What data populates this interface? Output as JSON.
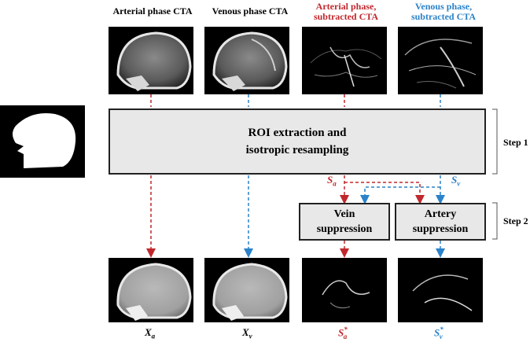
{
  "headers": {
    "arterial_cta": "Arterial phase CTA",
    "venous_cta": "Venous phase CTA",
    "arterial_sub_line1": "Arterial phase,",
    "arterial_sub_line2": "subtracted CTA",
    "venous_sub_line1": "Venous phase,",
    "venous_sub_line2": "subtracted CTA"
  },
  "boxes": {
    "roi_line1": "ROI extraction and",
    "roi_line2": "isotropic resampling",
    "vein_line1": "Vein",
    "vein_line2": "suppression",
    "artery_line1": "Artery",
    "artery_line2": "suppression"
  },
  "steps": {
    "step1": "Step 1",
    "step2": "Step 2"
  },
  "labels": {
    "sa": "S",
    "sa_sub": "a",
    "sv": "S",
    "sv_sub": "v",
    "xa": "X",
    "xa_sub": "a",
    "xv": "X",
    "xv_sub": "v",
    "sa_out": "S",
    "sa_out_sub": "a",
    "sa_out_sup": "*",
    "sv_out": "S",
    "sv_out_sub": "v",
    "sv_out_sup": "*"
  },
  "colors": {
    "arterial": "#c0282d",
    "venous": "#2b82c9",
    "text": "#000000",
    "box_fill": "#e8e8e8",
    "box_border": "#222222"
  },
  "icons": {
    "mask": "head-mask-icon",
    "ct": "ct-head-slice-icon",
    "vessels": "subtracted-vessel-icon"
  }
}
